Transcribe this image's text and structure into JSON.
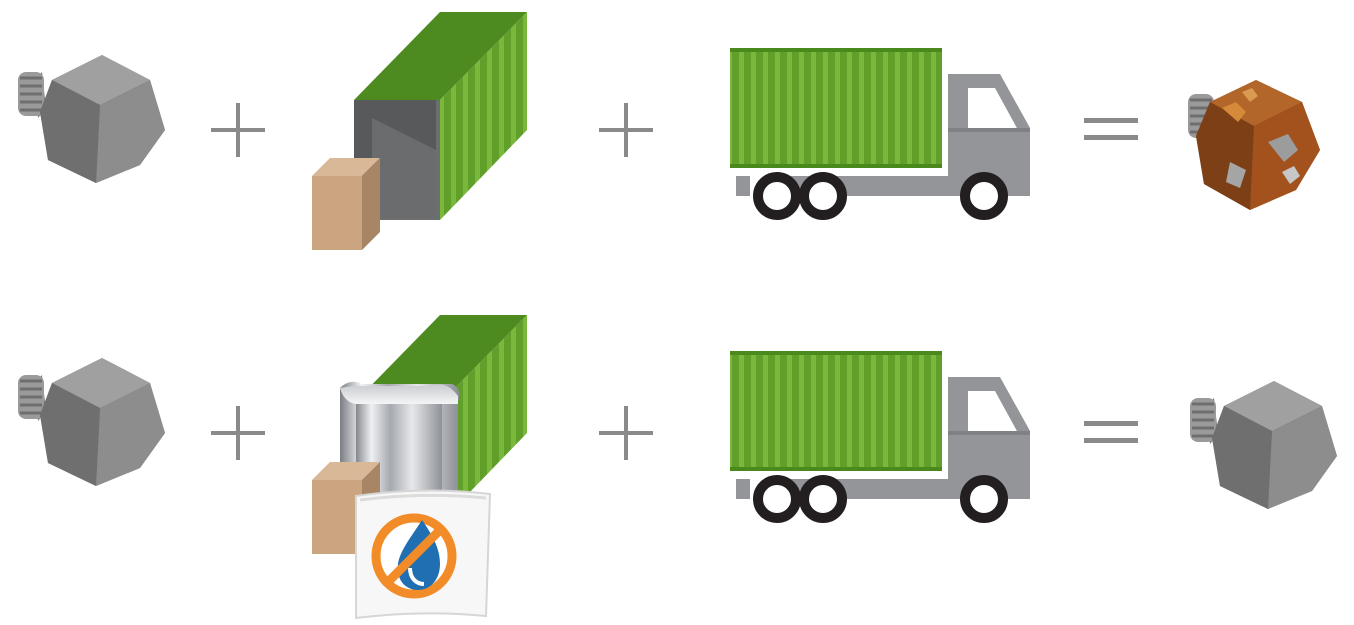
{
  "diagram": {
    "rows": [
      {
        "id": "unprotected",
        "items": [
          "bolt",
          "container-with-box",
          "truck",
          "rusted-bolt"
        ],
        "operators": [
          "+",
          "+",
          "="
        ]
      },
      {
        "id": "protected",
        "items": [
          "bolt",
          "container-with-foil-liner-box-and-desiccant",
          "truck",
          "clean-bolt"
        ],
        "operators": [
          "+",
          "+",
          "="
        ]
      }
    ]
  },
  "colors": {
    "container_green": "#5f9f2a",
    "container_green_light": "#79b83a",
    "truck_gray": "#939598",
    "wheel_black": "#231f20",
    "bolt_gray": "#8c8c8c",
    "cardboard": "#c8a27f",
    "rust": "#a4521d",
    "no_symbol_orange": "#f28c28",
    "water_drop_blue": "#1f6fb2",
    "operator_gray": "#8a8a8a"
  },
  "icons": [
    "bolt-icon",
    "shipping-container-icon",
    "cardboard-box-icon",
    "foil-liner-icon",
    "desiccant-bag-icon",
    "no-moisture-icon",
    "truck-icon",
    "rusted-bolt-icon"
  ]
}
